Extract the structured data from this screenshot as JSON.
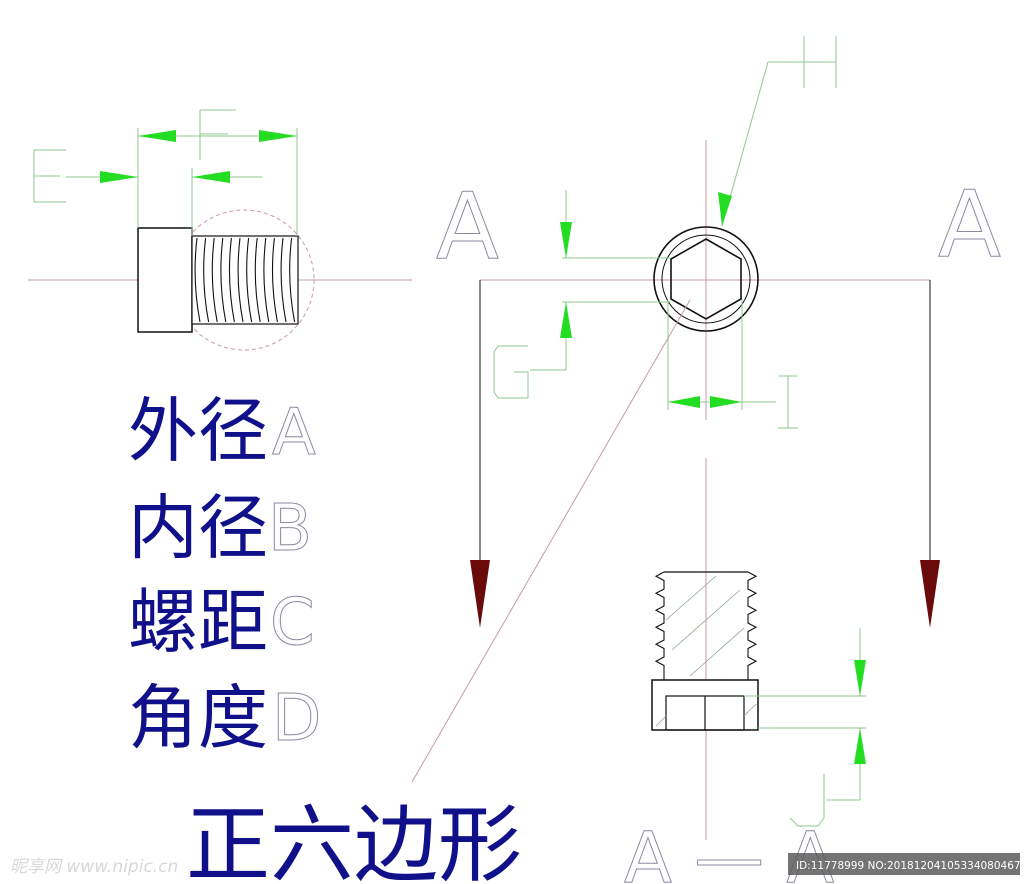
{
  "labels": {
    "outer_diameter": "外径",
    "inner_diameter": "内径",
    "pitch": "螺距",
    "angle": "角度",
    "hexagon": "正六边形"
  },
  "letters": {
    "A": "A",
    "B": "B",
    "C": "C",
    "D": "D",
    "E": "E",
    "F": "F",
    "G": "G",
    "H": "H",
    "I": "I",
    "J": "J",
    "section_left": "A",
    "section_right": "A",
    "section_title": "A — A"
  },
  "watermark": {
    "site": "昵享网 www.nipic.cn",
    "id": "ID:11778999 NO:20181204105334080467"
  },
  "colors": {
    "outline": "#111111",
    "centerline": "#c79aa8",
    "dimension": "#90c890",
    "arrow": "#22dd22",
    "section_arrow": "#6a0a0a",
    "text": "#10108a"
  }
}
